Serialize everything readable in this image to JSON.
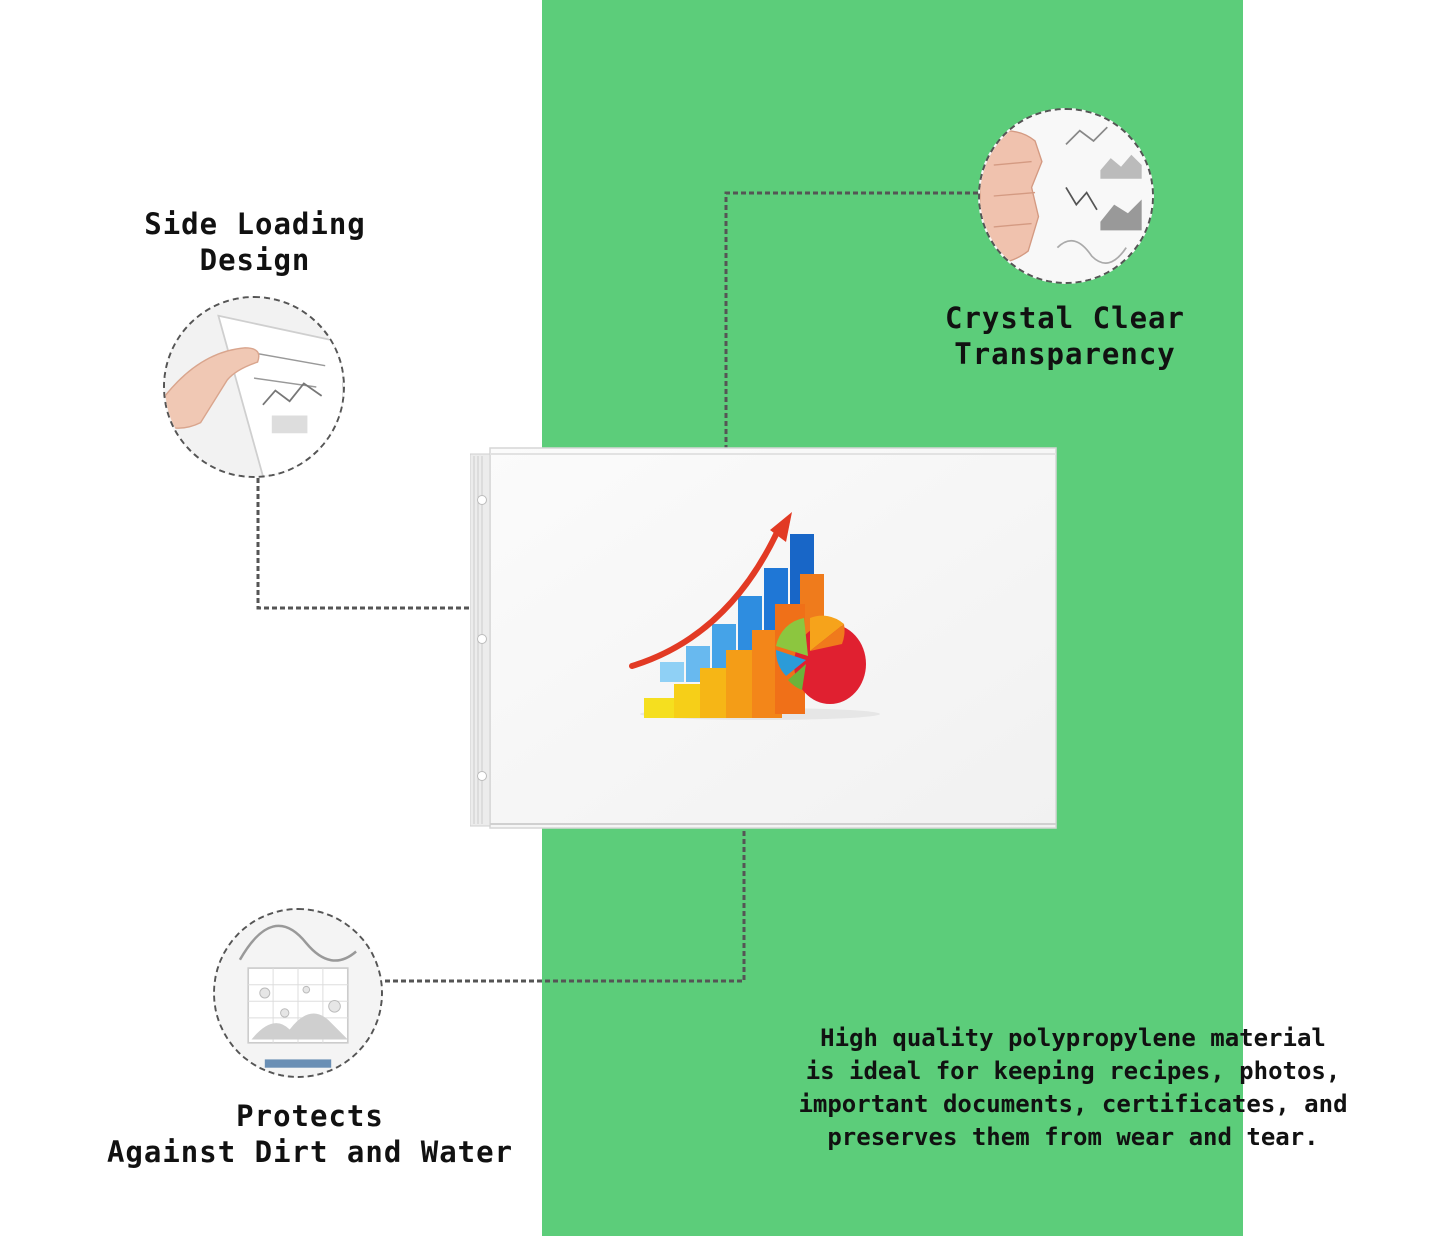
{
  "colors": {
    "band_green": "#5ccd7a",
    "connector": "#555555",
    "text": "#111111"
  },
  "features": {
    "side_loading": {
      "line1": "Side Loading",
      "line2": "Design",
      "icon": "hand-inserting-sheet-icon"
    },
    "crystal_clear": {
      "line1": "Crystal Clear",
      "line2": "Transparency",
      "icon": "hand-behind-transparent-sheet-icon"
    },
    "protects": {
      "line1": "Protects",
      "line2": "Against Dirt and Water",
      "icon": "water-droplets-sheet-icon"
    }
  },
  "description": {
    "line1": "High quality polypropylene material",
    "line2": "is ideal for keeping recipes, photos,",
    "line3": "important documents, certificates, and",
    "line4": "preserves them from wear and tear."
  },
  "product": {
    "icon": "sheet-protector-icon",
    "graphic": "bar-chart-pie-graphic"
  }
}
